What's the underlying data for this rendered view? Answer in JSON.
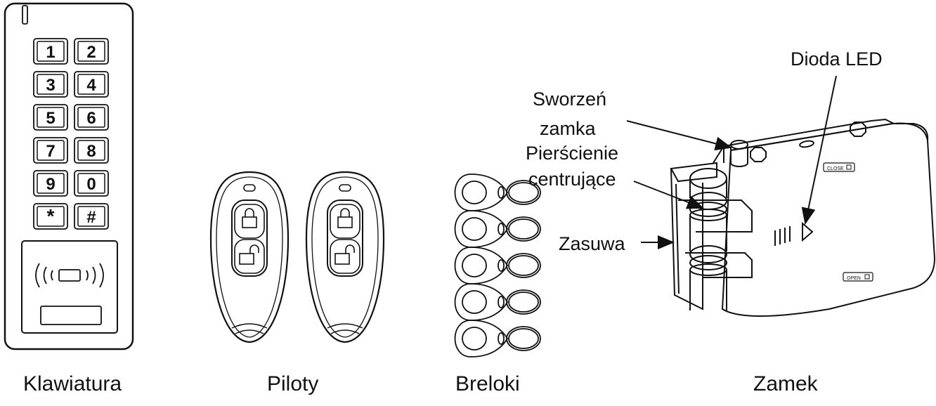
{
  "keypad": {
    "keys": [
      "1",
      "2",
      "3",
      "4",
      "5",
      "6",
      "7",
      "8",
      "9",
      "0",
      "*",
      "#"
    ],
    "caption": "Klawiatura"
  },
  "remotes": {
    "caption": "Piloty"
  },
  "keyfobs": {
    "caption": "Breloki"
  },
  "lock": {
    "caption": "Zamek",
    "callouts": {
      "led": "Dioda LED",
      "pin_line1": "Sworzeń",
      "pin_line2": "zamka",
      "rings_line1": "Pierścienie",
      "rings_line2": "centrujące",
      "bolt": "Zasuwa"
    },
    "markings": {
      "close": "CLOSE",
      "open": "OPEN"
    }
  }
}
